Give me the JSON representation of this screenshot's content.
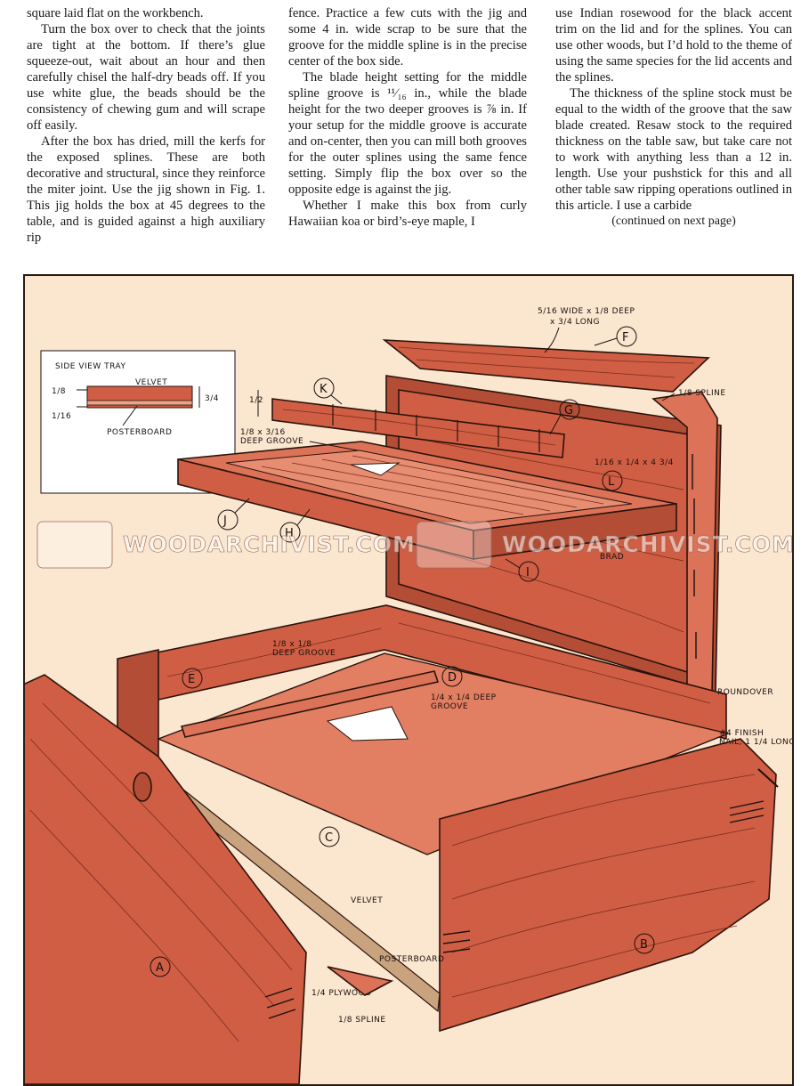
{
  "column1": {
    "p1": "square laid flat on the workbench.",
    "p2": "Turn the box over to check that the joints are tight at the bottom. If there’s glue squeeze-out, wait about an hour and then carefully chisel the half-dry beads off. If you use white glue, the beads should be the consistency of chewing gum and will scrape off easily.",
    "p3": "After the box has dried, mill the kerfs for the exposed splines. These are both decorative and structural, since they reinforce the miter joint. Use the jig shown in Fig. 1. This jig holds the box at 45 degrees to the table, and is guided against a high auxiliary rip"
  },
  "column2": {
    "p1": "fence. Practice a few cuts with the jig and some 4 in. wide scrap to be sure that the groove for the middle spline is in the precise center of the box side.",
    "p2": "The blade height setting for the middle spline groove is ¹¹⁄₁₆ in., while the blade height for the two deeper grooves is ⅞ in. If your setup for the middle groove is accurate and on-center, then you can mill both grooves for the outer splines using the same fence setting. Simply flip the box over so the opposite edge is against the jig.",
    "p3": "Whether I make this box from curly Hawaiian koa or bird’s-eye maple, I"
  },
  "column3": {
    "p1": "use Indian rosewood for the black accent trim on the lid and for the splines. You can use other woods, but I’d hold to the theme of using the same species for the lid accents and the splines.",
    "p2": "The thickness of the spline stock must be equal to the width of the groove that the saw blade created. Resaw stock to the required thickness on the table saw, but take care not to work with anything less than a 12 in. length. Use your pushstick for this and all other table saw ripping operations outlined in this article. I use a carbide",
    "continued": "(continued on next page)"
  },
  "figure": {
    "inset": {
      "title": "SIDE VIEW TRAY",
      "velvet": "VELVET",
      "posterboard": "POSTERBOARD",
      "dim_left_top": "1/8",
      "dim_left_bottom": "1/16",
      "dim_right": "3/4"
    },
    "labels": {
      "f_note_1": "5/16 WIDE x 1/8 DEEP",
      "f_note_2": "x 3/4 LONG",
      "spline_top": "1/8 SPLINE",
      "tray_groove_1": "1/8 x 3/16",
      "tray_groove_2": "DEEP GROOVE",
      "dim_k": "1/2",
      "dim_l": "1/16 x 1/4 x 4 3/4",
      "brad": "BRAD",
      "box_groove_1": "1/8 x 1/8",
      "box_groove_2": "DEEP GROOVE",
      "bottom_groove_1": "1/4 x 1/4 DEEP",
      "bottom_groove_2": "GROOVE",
      "roundover": "ROUNDOVER",
      "nail_1": "#4 FINISH",
      "nail_2": "NAIL, 1 1/4 LONG",
      "velvet": "VELVET",
      "posterboard": "POSTERBOARD",
      "plywood": "1/4 PLYWOOD",
      "spline_bottom": "1/8 SPLINE"
    },
    "parts": {
      "a": "A",
      "b": "B",
      "c": "C",
      "d": "D",
      "e": "E",
      "f": "F",
      "g": "G",
      "h": "H",
      "i": "I",
      "j": "J",
      "k": "K",
      "l": "L"
    },
    "watermark": "WOODARCHIVIST.COM",
    "colors": {
      "background": "#fbe6cf",
      "wood": "#cf5e44",
      "outline": "#2a130c"
    }
  }
}
